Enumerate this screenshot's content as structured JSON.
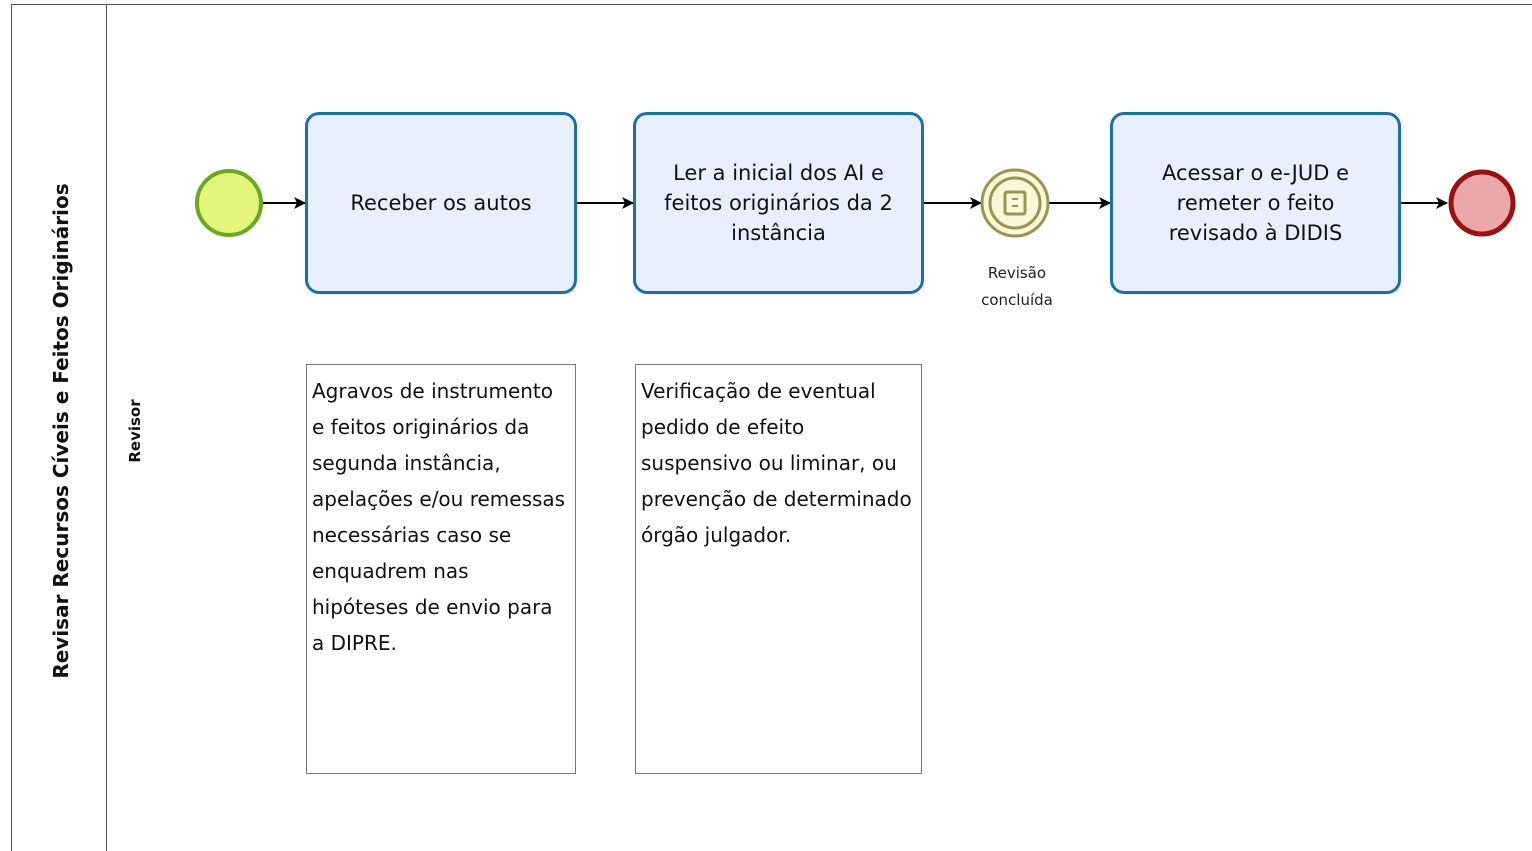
{
  "diagram": {
    "pool": {
      "title": "Revisar Recursos Cíveis e Feitos Originários"
    },
    "lane": {
      "title": "Revisor"
    },
    "events": {
      "start": {
        "label": "",
        "fill": "#e3f57c",
        "stroke": "#6aa822"
      },
      "intermediate": {
        "label": "Revisão concluída",
        "fill": "#fbf7d9",
        "stroke": "#9a9452",
        "icon": "message-note-icon"
      },
      "end": {
        "label": "",
        "fill": "#eca7ab",
        "stroke": "#9b1010"
      }
    },
    "tasks": [
      {
        "id": "task1",
        "label": "Receber os autos"
      },
      {
        "id": "task2",
        "label": "Ler a inicial dos AI e feitos originários da 2 instância"
      },
      {
        "id": "task3",
        "label": "Acessar o e-JUD e remeter o feito revisado à DIDIS"
      }
    ],
    "annotations": [
      {
        "target": "task1",
        "text": "Agravos de instrumento e feitos originários da segunda instância, apelações e/ou remessas necessárias caso se enquadrem nas hipóteses de envio para a DIPRE."
      },
      {
        "target": "task2",
        "text": "Verificação de eventual pedido de efeito suspensivo ou liminar, ou prevenção de determinado órgão julgador."
      }
    ],
    "colors": {
      "task_fill": "#e9efff",
      "task_stroke": "#1e6fa8",
      "connector": "#000000"
    }
  }
}
